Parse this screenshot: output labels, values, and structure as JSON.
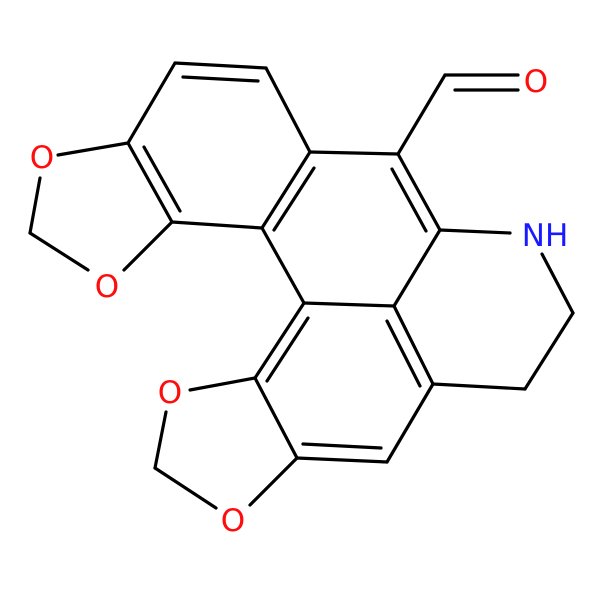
{
  "colors": {
    "carbon_bond": "#000000",
    "oxygen": "#ff0d0d",
    "nitrogen": "#1a1aff",
    "background": "#ffffff"
  },
  "atoms": {
    "o_top_left": "O",
    "o_left_lower": "O",
    "o_mid_left": "O",
    "o_bottom": "O",
    "o_aldehyde": "O",
    "nh": "NH"
  }
}
